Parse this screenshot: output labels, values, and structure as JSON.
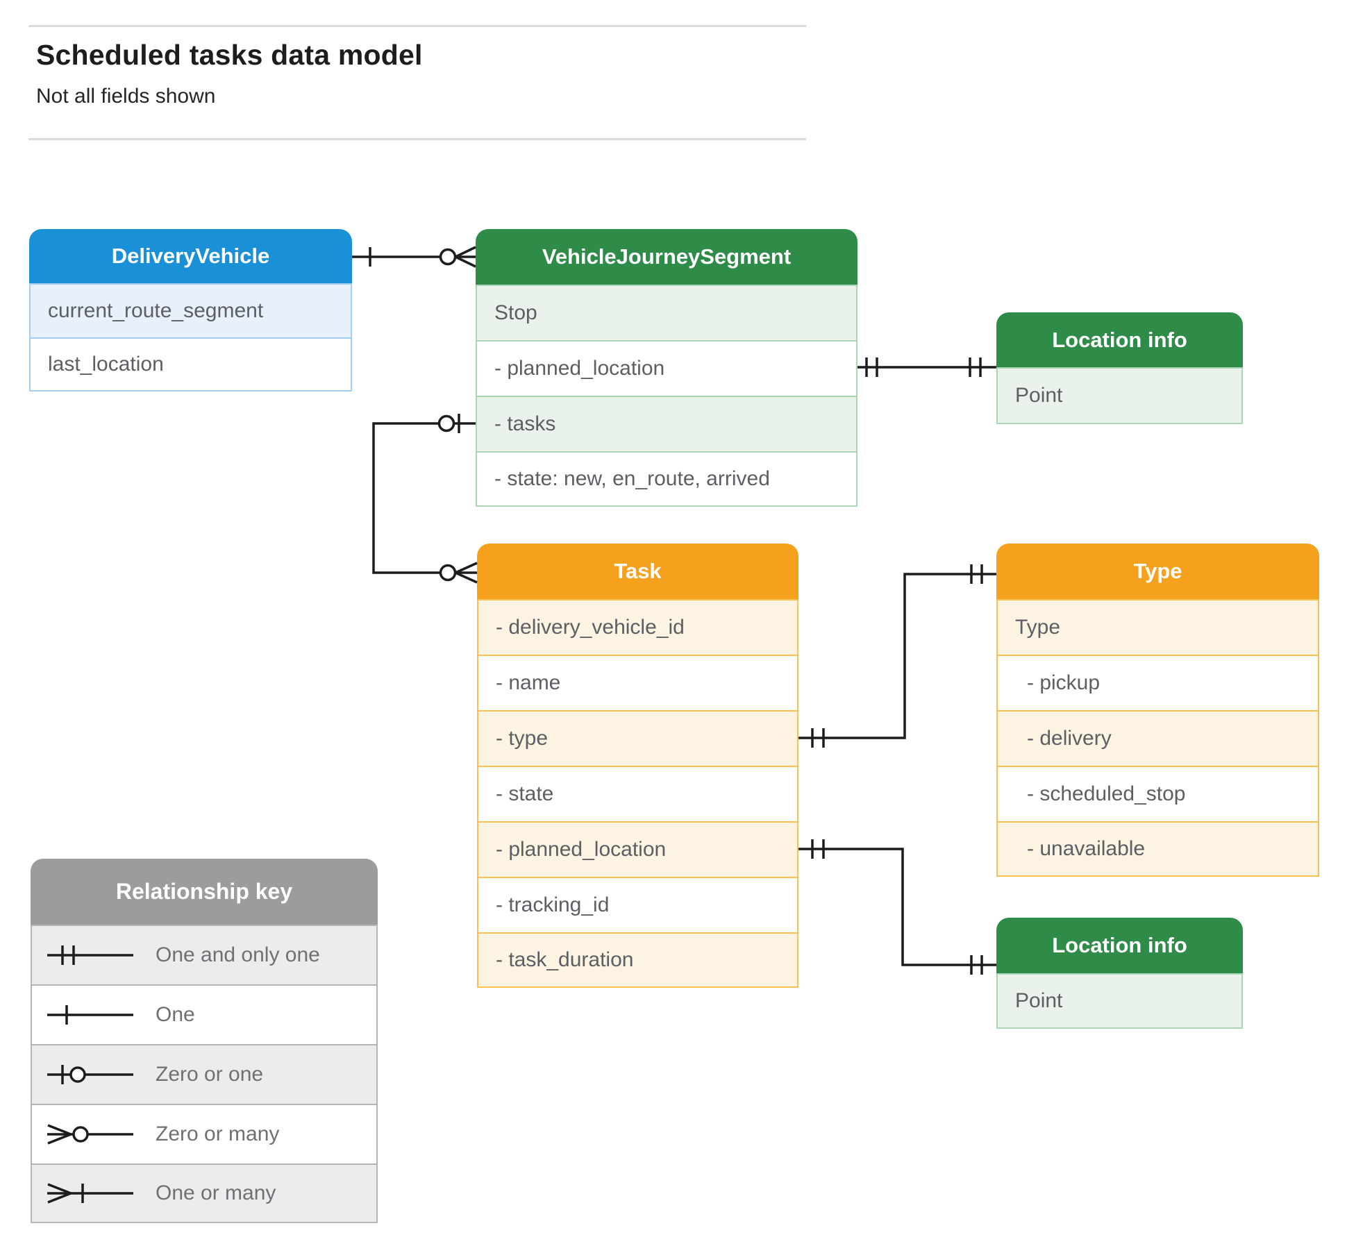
{
  "page": {
    "title": "Scheduled tasks data model",
    "subtitle": "Not all fields shown"
  },
  "entities": {
    "delivery_vehicle": {
      "title": "DeliveryVehicle",
      "rows": [
        "current_route_segment",
        "last_location"
      ]
    },
    "vehicle_journey_segment": {
      "title": "VehicleJourneySegment",
      "rows": [
        "Stop",
        "- planned_location",
        "- tasks",
        "- state: new, en_route, arrived"
      ]
    },
    "location_info_top": {
      "title": "Location info",
      "rows": [
        "Point"
      ]
    },
    "task": {
      "title": "Task",
      "rows": [
        "- delivery_vehicle_id",
        "- name",
        "- type",
        "- state",
        "- planned_location",
        "- tracking_id",
        "- task_duration"
      ]
    },
    "type": {
      "title": "Type",
      "rows": [
        "Type",
        "- pickup",
        "- delivery",
        "- scheduled_stop",
        "- unavailable"
      ]
    },
    "location_info_bottom": {
      "title": "Location info",
      "rows": [
        "Point"
      ]
    }
  },
  "legend": {
    "title": "Relationship key",
    "items": [
      {
        "symbol": "one-and-only-one-symbol",
        "label": "One and only one"
      },
      {
        "symbol": "one-symbol",
        "label": "One"
      },
      {
        "symbol": "zero-or-one-symbol",
        "label": "Zero or one"
      },
      {
        "symbol": "zero-or-many-symbol",
        "label": "Zero or many"
      },
      {
        "symbol": "one-or-many-symbol",
        "label": "One or many"
      }
    ]
  },
  "relationships": [
    {
      "from": "DeliveryVehicle",
      "to": "VehicleJourneySegment",
      "from_end": "one",
      "to_end": "zero-or-many"
    },
    {
      "from": "VehicleJourneySegment.planned_location",
      "to": "Location info (top)",
      "from_end": "one-and-only-one",
      "to_end": "one-and-only-one"
    },
    {
      "from": "VehicleJourneySegment.tasks",
      "to": "Task",
      "from_end": "zero-or-one",
      "to_end": "zero-or-many"
    },
    {
      "from": "Task.type",
      "to": "Type",
      "from_end": "one-and-only-one",
      "to_end": "one-and-only-one"
    },
    {
      "from": "Task.planned_location",
      "to": "Location info (bottom)",
      "from_end": "one-and-only-one",
      "to_end": "one-and-only-one"
    }
  ],
  "colors": {
    "blue_header": "#1a91d7",
    "green_header": "#2e8b48",
    "orange_header": "#f6a11e",
    "gray_header": "#9c9c9c",
    "light_blue": "#e8f1fb",
    "light_green": "#e9f3ec",
    "light_orange": "#fdf3e2",
    "light_gray": "#ececec",
    "connector_line": "#1c1c1c",
    "field_text": "#5b5f63"
  }
}
